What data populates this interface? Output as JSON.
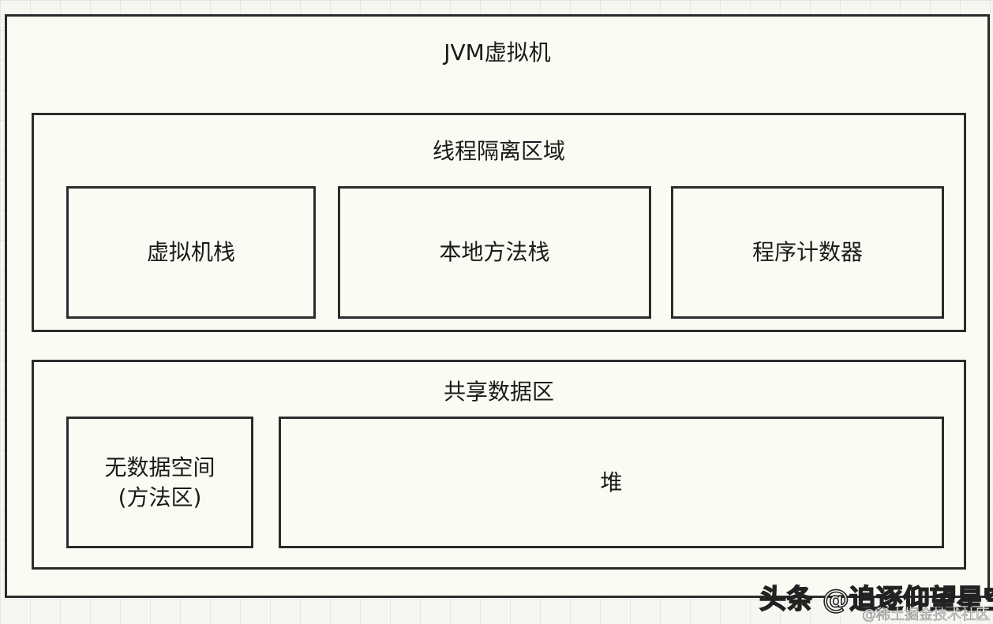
{
  "diagram": {
    "jvm": {
      "label": "JVM虚拟机"
    },
    "thread_isolated": {
      "label": "线程隔离区域",
      "items": [
        "虚拟机栈",
        "本地方法栈",
        "程序计数器"
      ]
    },
    "shared": {
      "label": "共享数据区",
      "method_area": "无数据空间\n(方法区)",
      "heap": "堆"
    }
  },
  "watermark": {
    "main": "头条 @追逐仰望星空",
    "sub": "@稀土掘金技术社区"
  },
  "colors": {
    "border": "#2b2b2b",
    "background": "#f7f7f2",
    "box_fill": "#fbfbf3"
  }
}
